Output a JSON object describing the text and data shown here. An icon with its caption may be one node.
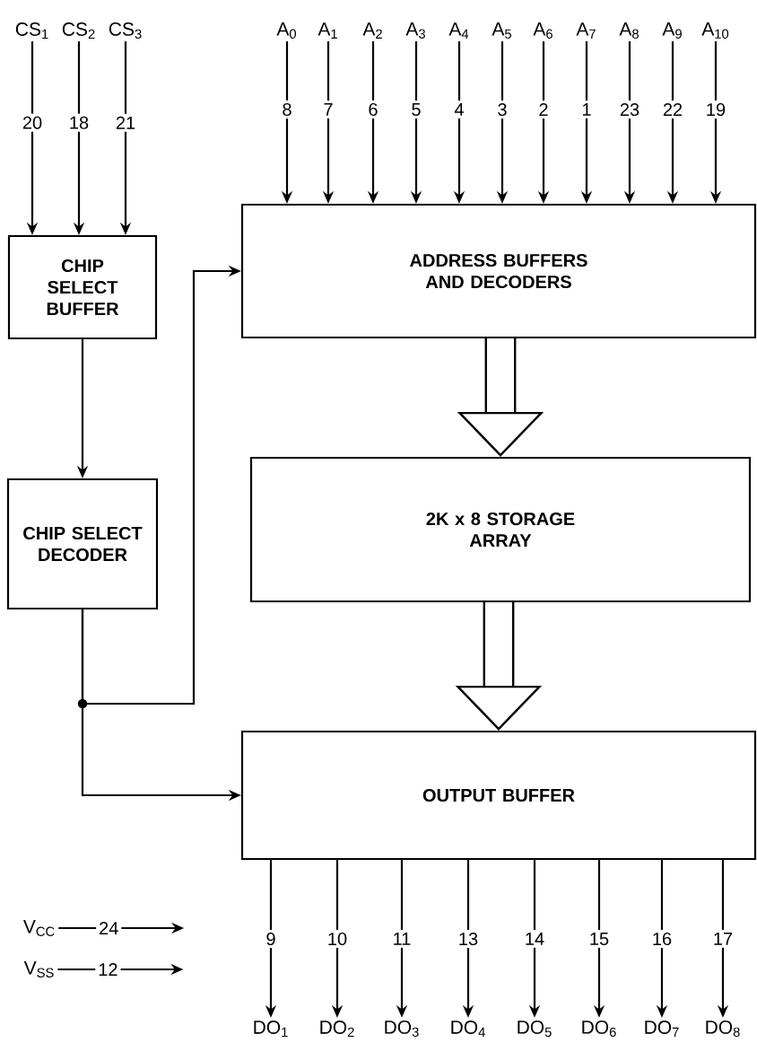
{
  "diagram": {
    "nodes": [
      {
        "text": [
          "CS$_{1}$"
        ]
      },
      {
        "text": [
          "CS$_{2}$"
        ]
      },
      {
        "text": [
          "CS$_{3}$"
        ]
      },
      {
        "text": [
          "CHIP SELECT BUFFER"
        ]
      },
      {
        "text": [
          "CHIP SELECT DECODER"
        ]
      },
      {
        "text": [
          "ADDRESS BUFFERS AND DECODERS"
        ]
      },
      {
        "text": [
          "2K x 8 STORAGE ARRAY"
        ]
      },
      {
        "text": [
          "OUTPUT BUFFER"
        ]
      },
      {
        "text": [
          "A$_{0}$"
        ]
      },
      {
        "text": [
          "A$_{1}$"
        ]
      },
      {
        "text": [
          "A$_{2}$"
        ]
      },
      {
        "text": [
          "A$_{3}$"
        ]
      },
      {
        "text": [
          "A$_{4}$"
        ]
      },
      {
        "text": [
          "A$_{5}$"
        ]
      },
      {
        "text": [
          "A$_{6}$"
        ]
      },
      {
        "text": [
          "A$_{7}$"
        ]
      },
      {
        "text": [
          "A$_{8}$"
        ]
      },
      {
        "text": [
          "A$_{9}$"
        ]
      },
      {
        "text": [
          "A$_{10}$"
        ]
      },
      {
        "text": [
          "DO$_{1}$"
        ]
      },
      {
        "text": [
          "DO$_{2}$"
        ]
      },
      {
        "text": [
          "DO$_{3}$"
        ]
      },
      {
        "text": [
          "DO$_{4}$"
        ]
      },
      {
        "text": [
          "DO$_{5}$"
        ]
      },
      {
        "text": [
          "DO$_{6}$"
        ]
      },
      {
        "text": [
          "DO$_{7}$"
        ]
      },
      {
        "text": [
          "DO$_{8}$"
        ]
      },
      {
        "text": [
          "V$_{CC}$"
        ]
      },
      {
        "text": [
          "V$_{SS}$"
        ]
      }
    ],
    "edges": [
      {
        "from": 0,
        "to": 3,
        "arrow": "to",
        "label": "20"
      },
      {
        "from": 1,
        "to": 3,
        "arrow": "to",
        "label": "18"
      },
      {
        "from": 2,
        "to": 3,
        "arrow": "to",
        "label": "21"
      },
      {
        "from": 3,
        "to": 4,
        "arrow": "to"
      },
      {
        "from": 4,
        "to": 5,
        "arrow": "to"
      },
      {
        "from": 4,
        "to": 7,
        "arrow": "to"
      },
      {
        "from": 8,
        "to": 5,
        "arrow": "to",
        "label": "8"
      },
      {
        "from": 9,
        "to": 5,
        "arrow": "to",
        "label": "7"
      },
      {
        "from": 10,
        "to": 5,
        "arrow": "to",
        "label": "6"
      },
      {
        "from": 11,
        "to": 5,
        "arrow": "to",
        "label": "5"
      },
      {
        "from": 12,
        "to": 5,
        "arrow": "to",
        "label": "4"
      },
      {
        "from": 13,
        "to": 5,
        "arrow": "to",
        "label": "3"
      },
      {
        "from": 14,
        "to": 5,
        "arrow": "to",
        "label": "2"
      },
      {
        "from": 15,
        "to": 5,
        "arrow": "to",
        "label": "1"
      },
      {
        "from": 16,
        "to": 5,
        "arrow": "to",
        "label": "23"
      },
      {
        "from": 17,
        "to": 5,
        "arrow": "to",
        "label": "22"
      },
      {
        "from": 18,
        "to": 5,
        "arrow": "to",
        "label": "19"
      },
      {
        "from": 5,
        "to": 6,
        "arrow": "to",
        "style": "thick"
      },
      {
        "from": 6,
        "to": 7,
        "arrow": "to",
        "style": "thick"
      },
      {
        "from": 7,
        "to": 19,
        "arrow": "to",
        "label": "9"
      },
      {
        "from": 7,
        "to": 20,
        "arrow": "to",
        "label": "10"
      },
      {
        "from": 7,
        "to": 21,
        "arrow": "to",
        "label": "11"
      },
      {
        "from": 7,
        "to": 22,
        "arrow": "to",
        "label": "13"
      },
      {
        "from": 7,
        "to": 23,
        "arrow": "to",
        "label": "14"
      },
      {
        "from": 7,
        "to": 24,
        "arrow": "to",
        "label": "15"
      },
      {
        "from": 7,
        "to": 25,
        "arrow": "to",
        "label": "16"
      },
      {
        "from": 7,
        "to": 26,
        "arrow": "to",
        "label": "17"
      },
      {
        "from": 27,
        "to": null,
        "arrow": "to",
        "label": "24"
      },
      {
        "from": 28,
        "to": null,
        "arrow": "to",
        "label": "12"
      }
    ]
  }
}
